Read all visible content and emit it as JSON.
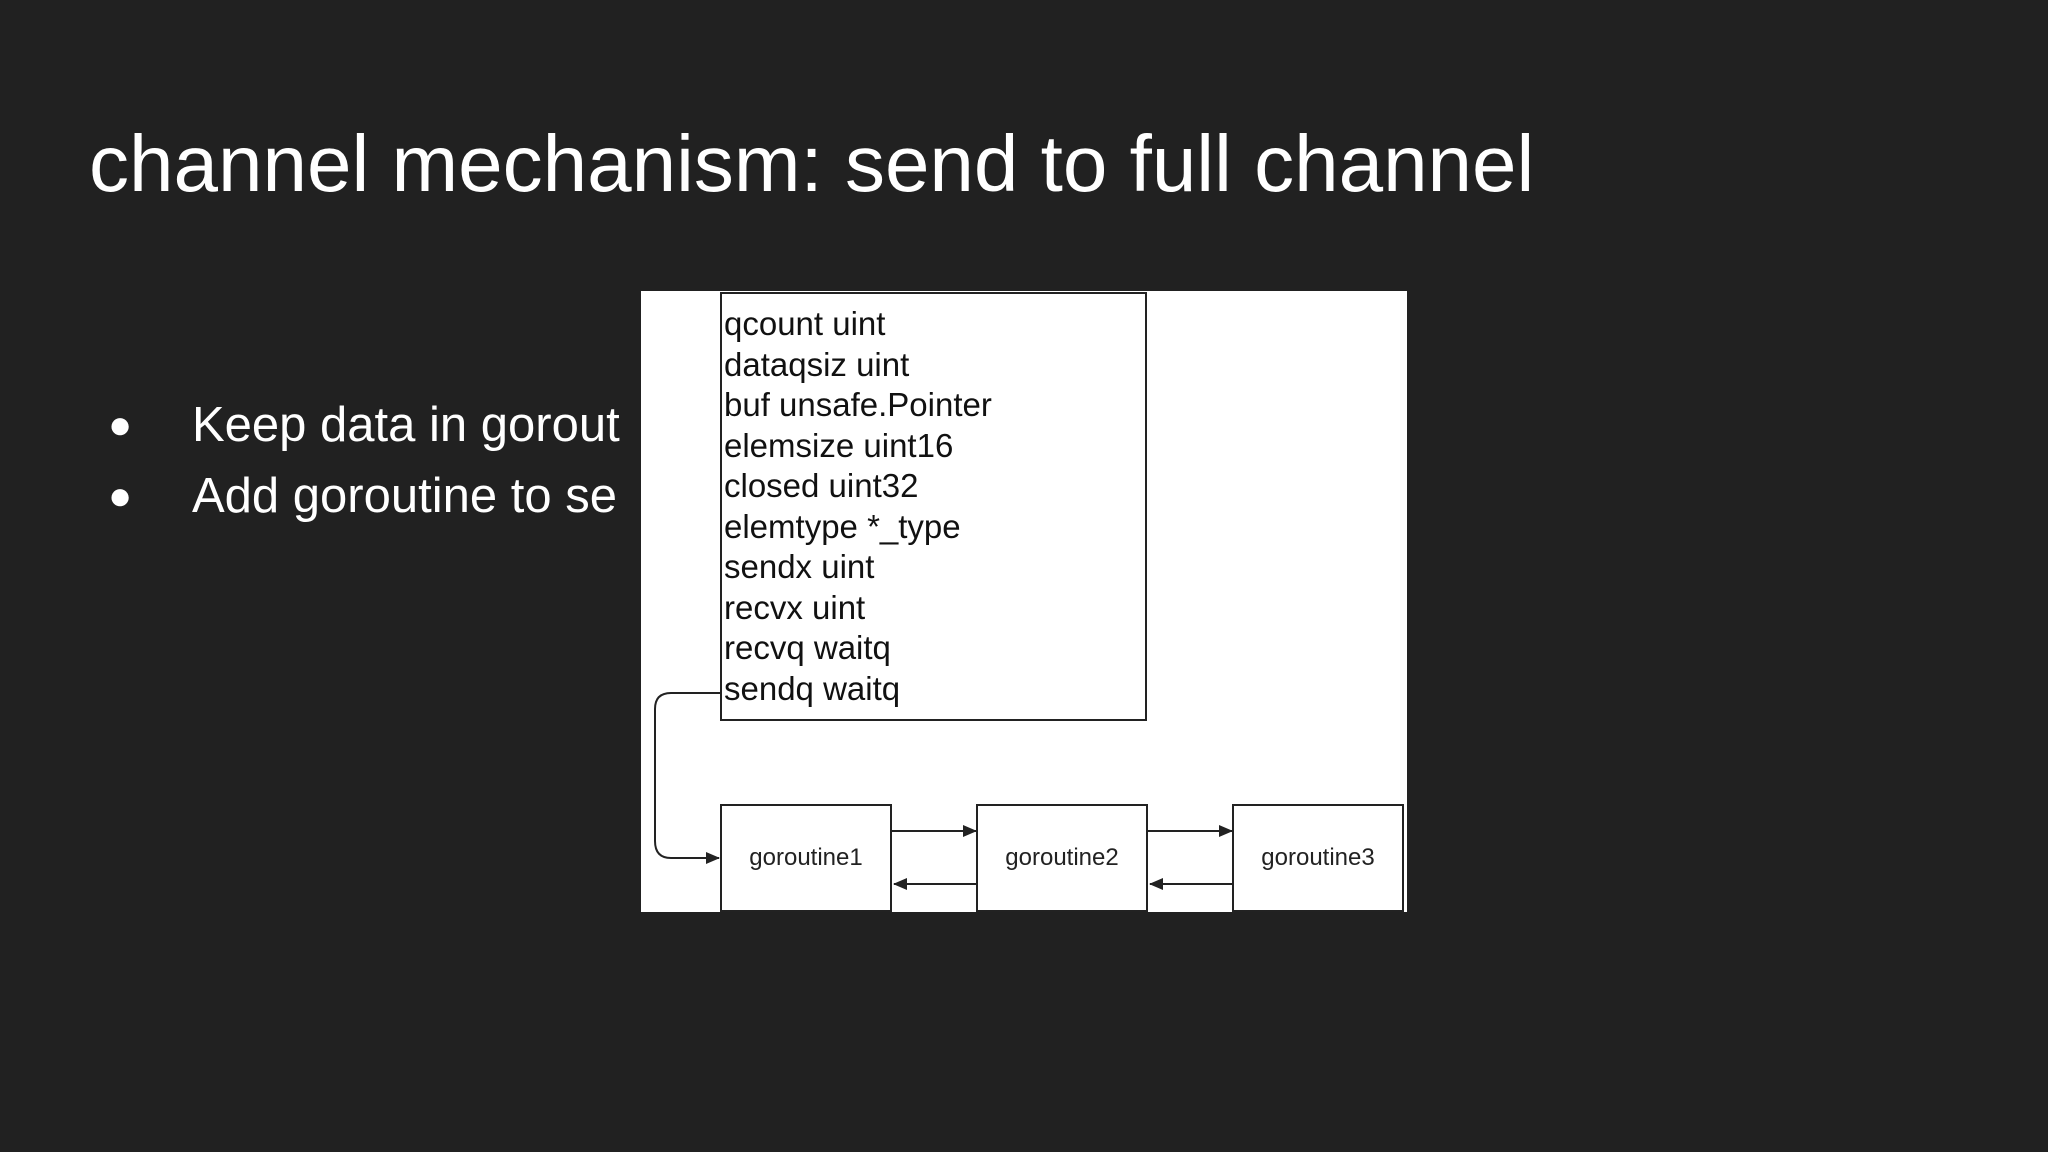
{
  "slide": {
    "title": "channel mechanism: send to full channel",
    "bullets": [
      {
        "dot": "●",
        "text": "Keep data in gorout"
      },
      {
        "dot": "●",
        "text": "Add goroutine to se"
      }
    ]
  },
  "diagram": {
    "hchan_fields": [
      "qcount uint",
      "dataqsiz uint",
      "buf unsafe.Pointer",
      "elemsize uint16",
      "closed uint32",
      "elemtype *_type",
      "sendx uint",
      "recvx uint",
      "recvq waitq",
      "sendq waitq"
    ],
    "goroutines": [
      "goroutine1",
      "goroutine2",
      "goroutine3"
    ]
  },
  "colors": {
    "background": "#212121",
    "text": "#ffffff",
    "diagram_bg": "#ffffff",
    "diagram_line": "#222222"
  }
}
